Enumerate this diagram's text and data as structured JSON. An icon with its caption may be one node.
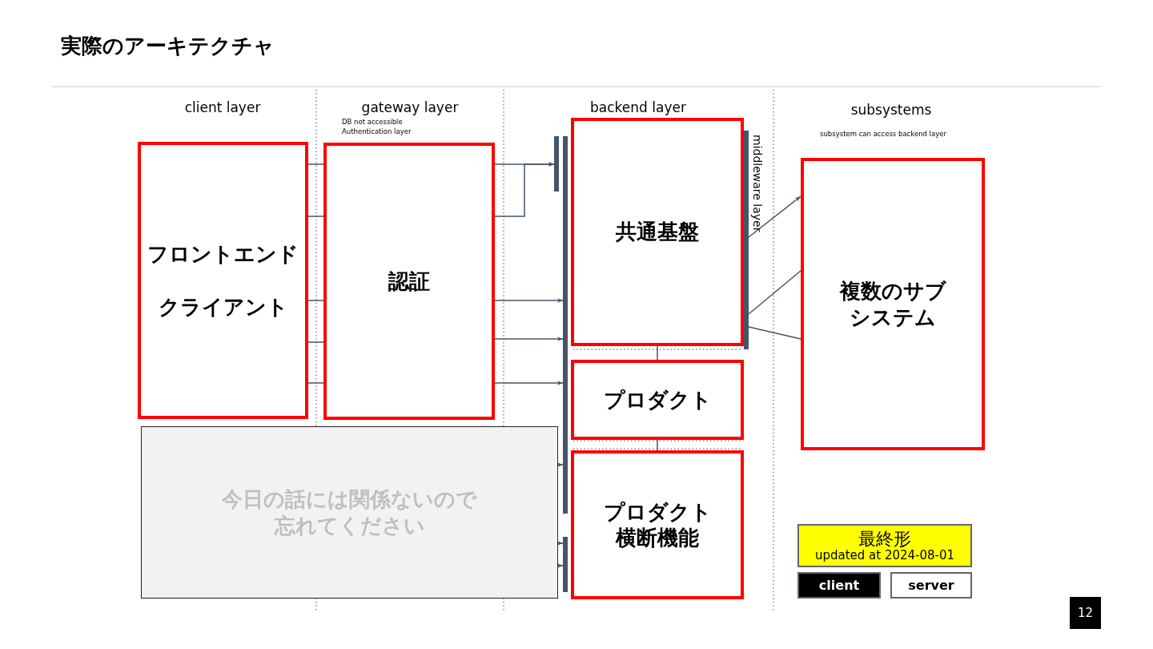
{
  "diagram": {
    "title": "実際のアーキテクチャ",
    "nodes": [
      {
        "text": [
          "フロントエンド",
          "クライアント"
        ]
      },
      {
        "text": [
          "認証"
        ],
        "beside": [
          "DB not accessible",
          "Authentication layer"
        ]
      },
      {
        "text": [],
        "shape": "bar"
      },
      {
        "text": [],
        "shape": "bar"
      },
      {
        "text": [
          "共通基盤"
        ]
      },
      {
        "text": [
          "プロダクト"
        ]
      },
      {
        "text": [
          "プロダクト横断機能"
        ]
      },
      {
        "text": [],
        "shape": "bar",
        "beside": [
          "middleware layer"
        ]
      },
      {
        "text": [
          "複数のサブシステム"
        ]
      },
      {
        "text": [
          "今日の話には関係ないので忘れてください"
        ]
      },
      {
        "text": [],
        "shape": "bar"
      },
      {
        "text": [
          "最終形",
          "updated at 2024-08-01"
        ]
      }
    ],
    "edges": [
      {
        "from": 0,
        "to": 1,
        "arrow": "none"
      },
      {
        "from": 0,
        "to": 1,
        "arrow": "none"
      },
      {
        "from": 0,
        "to": 1,
        "arrow": "none"
      },
      {
        "from": 0,
        "to": 1,
        "arrow": "none"
      },
      {
        "from": 0,
        "to": 1,
        "arrow": "none"
      },
      {
        "from": 1,
        "to": 2,
        "arrow": "to"
      },
      {
        "from": 1,
        "to": 2,
        "arrow": "to"
      },
      {
        "from": 1,
        "to": 3,
        "arrow": "to"
      },
      {
        "from": 1,
        "to": 3,
        "arrow": "to"
      },
      {
        "from": 1,
        "to": 3,
        "arrow": "to"
      },
      {
        "from": 9,
        "to": 3,
        "arrow": "to"
      },
      {
        "from": 9,
        "to": 10,
        "arrow": "to"
      },
      {
        "from": 9,
        "to": 10,
        "arrow": "to"
      },
      {
        "from": 4,
        "to": 5,
        "arrow": "none"
      },
      {
        "from": 5,
        "to": 6,
        "arrow": "none"
      },
      {
        "from": 7,
        "to": 8,
        "arrow": "to"
      },
      {
        "from": 7,
        "to": 8,
        "arrow": "none"
      },
      {
        "from": 7,
        "to": 8,
        "arrow": "none"
      }
    ],
    "labels": [
      "client layer",
      "gateway layer",
      "backend layer",
      "subsystems",
      "subsystem can access backend layer",
      "12"
    ],
    "legend": [
      {
        "text": "client",
        "color": "#000000"
      },
      {
        "text": "server",
        "color": "#ffffff"
      }
    ]
  }
}
